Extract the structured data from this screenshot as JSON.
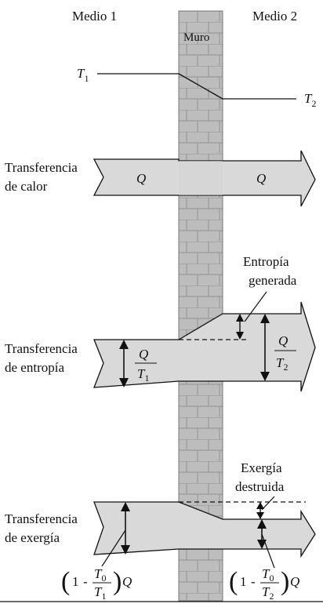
{
  "media": {
    "left": "Medio 1",
    "right": "Medio 2",
    "wall": "Muro"
  },
  "temperatures": {
    "t1": "T",
    "t1_sub": "1",
    "t2": "T",
    "t2_sub": "2"
  },
  "heat": {
    "label_line1": "Transferencia",
    "label_line2": "de calor",
    "q_left": "Q",
    "q_right": "Q"
  },
  "entropy": {
    "label_line1": "Transferencia",
    "label_line2": "de entropía",
    "generated_line1": "Entropía",
    "generated_line2": "generada",
    "left_num": "Q",
    "left_den": "T",
    "left_den_sub": "1",
    "right_num": "Q",
    "right_den": "T",
    "right_den_sub": "2"
  },
  "exergy": {
    "label_line1": "Transferencia",
    "label_line2": "de exergía",
    "destroyed_line1": "Exergía",
    "destroyed_line2": "destruida",
    "left_formula": {
      "one": "1",
      "minus": "-",
      "num": "T",
      "num_sub": "0",
      "den": "T",
      "den_sub": "1",
      "q": "Q"
    },
    "right_formula": {
      "one": "1",
      "minus": "-",
      "num": "T",
      "num_sub": "0",
      "den": "T",
      "den_sub": "2",
      "q": "Q"
    }
  },
  "colors": {
    "arrow_fill": "#d9d9d9",
    "wall_fill": "#bdbdbd",
    "brick_line": "#9a9a9a",
    "ink": "#111111"
  }
}
